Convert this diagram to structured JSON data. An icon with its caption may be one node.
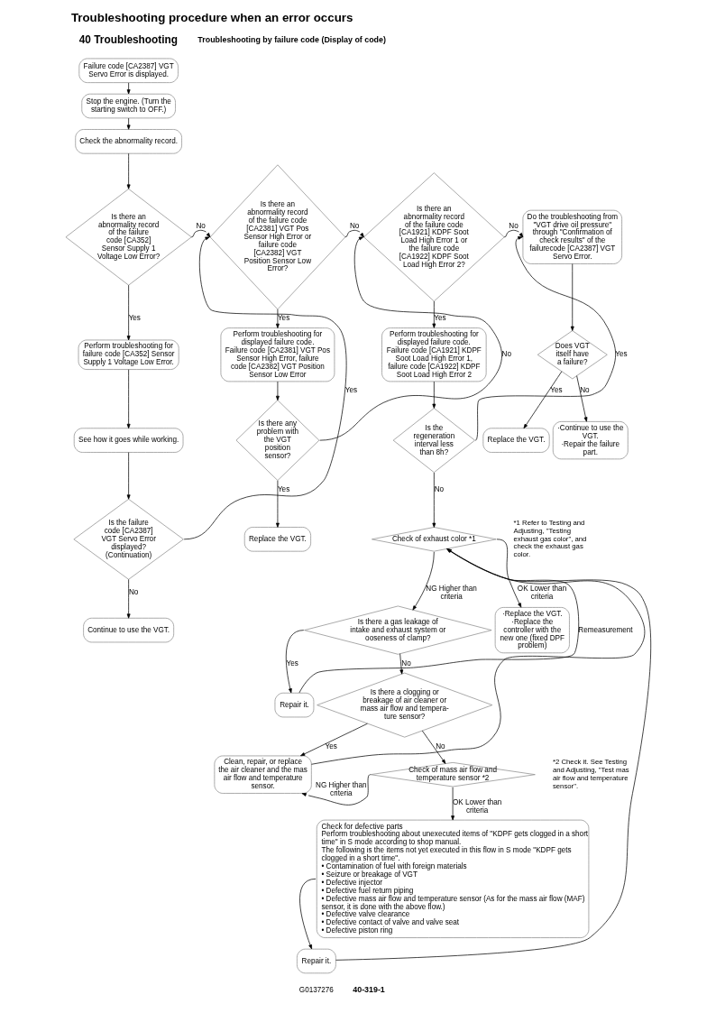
{
  "diagram": {
    "title": "Troubleshooting procedure when an error occurs",
    "nodes": [
      {
        "text": [
          "Failure code [CA2387] VGT Servo Error is displayed."
        ]
      },
      {
        "text": [
          "Stop the engine. (Turn the starting switch to OFF.)"
        ]
      },
      {
        "text": [
          "Check the abnormality record."
        ]
      },
      {
        "text": [
          "Is there an abnormality record of the failure code [CA352] Sensor Supply 1 Voltage Low Error?"
        ]
      },
      {
        "text": [
          "Is there an abnormality record of the failure code [CA2381] VGT Pos Sensor High Error or failure code [CA2382] VGT Position Sensor Low Error?"
        ]
      },
      {
        "text": [
          "Is there an abnormality record of the failure code [CA1921] KDPF Soot Load High Error 1 or the failure code [CA1922] KDPF Soot Load High Error 2?"
        ]
      },
      {
        "text": [
          "Do the troubleshooting from \"VGT drive oil pressure\" through \"Confirmation of check results\" of the failurecode [CA2387] VGT Servo Error."
        ]
      },
      {
        "text": [
          "Perform troubleshooting for failure code [CA352] Sensor Supply 1 Voltage Low Error."
        ]
      },
      {
        "text": [
          "Perform troubleshooting for displayed failure code. Failure code [CA2381] VGT Pos Sensor High Error, failure code [CA2382] VGT Position Sensor Low Error"
        ]
      },
      {
        "text": [
          "Perform troubleshooting for displayed failure code. Failure code [CA1921] KDPF Soot Load High Error 1, failure code [CA1922] KDPF Soot Load High Error 2"
        ]
      },
      {
        "text": [
          "See how it goes while working."
        ]
      },
      {
        "text": [
          "Does VGT itself have a failure?"
        ]
      },
      {
        "text": [
          "Is the failure code [CA2387] VGT Servo Error displayed? (Continuation)"
        ]
      },
      {
        "text": [
          "Is there any problem with the VGT position sensor?"
        ]
      },
      {
        "text": [
          "Is the regeneration interval less than 8h?"
        ]
      },
      {
        "text": [
          "Replace the VGT."
        ]
      },
      {
        "text": [
          "·Continue to use the VGT.",
          "·Repair the failure part."
        ]
      },
      {
        "text": [
          "Continue to use the VGT."
        ]
      },
      {
        "text": [
          "Replace the VGT."
        ]
      },
      {
        "text": [
          "Check of exhaust color *1"
        ],
        "beside": [
          "*1 Refer to Testing and Adjusting, \"Testing exhaust gas color\", and check the exhaust gas color."
        ]
      },
      {
        "text": [
          "Is there a gas leakage of intake and exhaust system or ooseness of clamp?"
        ]
      },
      {
        "text": [
          "Repair it."
        ]
      },
      {
        "text": [
          "·Replace the VGT.",
          "·Replace the controller with the new one (fixed DPF problem)"
        ]
      },
      {
        "text": [
          "Is there a clogging or breakage of air cleaner or mass air flow and tempera- ture sensor?"
        ]
      },
      {
        "text": [
          "Clean, repair, or replace the air cleaner and the mas air flow and temperature sensor."
        ]
      },
      {
        "text": [
          "Check of mass air flow and temperature sensor *2"
        ],
        "beside": [
          "*2 Check it. See Testing and Adjusting, \"Test mas air flow and temperature sensor\"."
        ]
      },
      {
        "text": [
          "Repair it."
        ]
      },
      {
        "text": [
          "Check for defective parts",
          "Perform troubleshooting about unexecuted items of \"KDPF gets clogged in a short time\" in S mode according to shop manual.",
          "The following is the items not yet executed in this flow in S mode \"KDPF gets clogged in a short time\".",
          "• Contamination of fuel with foreign materials",
          "• Seizure or breakage of VGT",
          "• Defective injector",
          "• Defective fuel return piping",
          "• Defective mass air flow and temperature sensor (As for the mass air flow (MAF) sensor, it is done with the above flow.)",
          "• Defective valve clearance",
          "• Defective contact of valve and valve seat",
          "• Defective piston ring"
        ]
      }
    ],
    "edges": [
      {
        "from": 0,
        "to": 1,
        "arrow": "to"
      },
      {
        "from": 1,
        "to": 2,
        "arrow": "to"
      },
      {
        "from": 2,
        "to": 3,
        "arrow": "to"
      },
      {
        "from": 3,
        "to": 4,
        "arrow": "to",
        "label": "No"
      },
      {
        "from": 4,
        "to": 5,
        "arrow": "to",
        "label": "No"
      },
      {
        "from": 5,
        "to": 6,
        "arrow": "to",
        "label": "No"
      },
      {
        "from": 3,
        "to": 7,
        "arrow": "to",
        "label": "Yes"
      },
      {
        "from": 4,
        "to": 8,
        "arrow": "to",
        "label": "Yes"
      },
      {
        "from": 5,
        "to": 9,
        "arrow": "to",
        "label": "Yes"
      },
      {
        "from": 6,
        "to": 11,
        "arrow": "to"
      },
      {
        "from": 7,
        "to": 10,
        "arrow": "to"
      },
      {
        "from": 10,
        "to": 12,
        "arrow": "to"
      },
      {
        "from": 12,
        "to": 4,
        "arrow": "to",
        "label": "Yes"
      },
      {
        "from": 12,
        "to": 17,
        "arrow": "to",
        "label": "No"
      },
      {
        "from": 8,
        "to": 13,
        "arrow": "to"
      },
      {
        "from": 13,
        "to": 5,
        "arrow": "to",
        "label": "No"
      },
      {
        "from": 13,
        "to": 18,
        "arrow": "to",
        "label": "Yes"
      },
      {
        "from": 9,
        "to": 14,
        "arrow": "to"
      },
      {
        "from": 14,
        "to": 6,
        "arrow": "to",
        "label": "Yes"
      },
      {
        "from": 14,
        "to": 19,
        "arrow": "to",
        "label": "No"
      },
      {
        "from": 11,
        "to": 15,
        "arrow": "to",
        "label": "Yes"
      },
      {
        "from": 11,
        "to": 16,
        "arrow": "to",
        "label": "No"
      },
      {
        "from": 19,
        "to": 22,
        "arrow": "to",
        "label": "OK Lower than criteria"
      },
      {
        "from": 19,
        "to": 20,
        "arrow": "to",
        "label": "NG Higher than criteria"
      },
      {
        "from": 20,
        "to": 21,
        "arrow": "to",
        "label": "Yes"
      },
      {
        "from": 20,
        "to": 23,
        "arrow": "to",
        "label": "No"
      },
      {
        "from": 23,
        "to": 24,
        "arrow": "to",
        "label": "Yes"
      },
      {
        "from": 23,
        "to": 25,
        "arrow": "to",
        "label": "No"
      },
      {
        "from": 25,
        "to": 24,
        "arrow": "to",
        "label": "NG Higher than criteria"
      },
      {
        "from": 25,
        "to": 27,
        "arrow": "to",
        "label": "OK Lower than criteria"
      },
      {
        "from": 27,
        "to": 26,
        "arrow": "to"
      },
      {
        "from": 21,
        "to": 19,
        "arrow": "to",
        "label": "Remeasurement"
      },
      {
        "from": 24,
        "to": 19,
        "arrow": "to"
      },
      {
        "from": 26,
        "to": 19,
        "arrow": "to"
      }
    ],
    "labels": [
      "40 Troubleshooting",
      "Troubleshooting by failure code (Display of code)",
      "G0137276",
      "40-319-1"
    ]
  }
}
